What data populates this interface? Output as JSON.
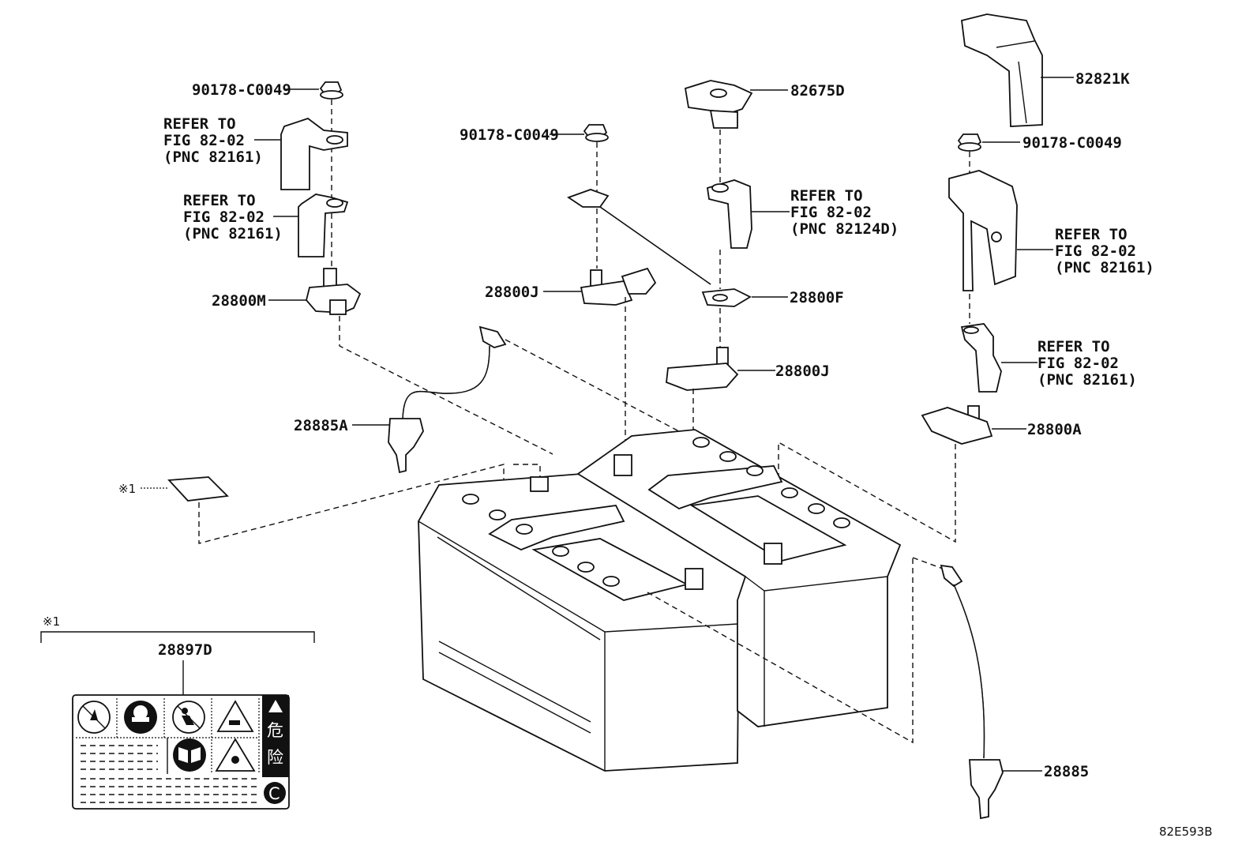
{
  "labels": {
    "p1": "90178-C0049",
    "p2": "82675D",
    "p3": "82821K",
    "p4": "90178-C0049",
    "p5": "90178-C0049",
    "refer_a1": "REFER TO",
    "refer_a2": "FIG 82-02",
    "refer_a3": "(PNC 82161)",
    "refer_b1": "REFER TO",
    "refer_b2": "FIG 82-02",
    "refer_b3": "(PNC 82161)",
    "refer_c1": "REFER TO",
    "refer_c2": "FIG 82-02",
    "refer_c3": "(PNC 82124D)",
    "refer_d1": "REFER TO",
    "refer_d2": "FIG 82-02",
    "refer_d3": "(PNC 82161)",
    "refer_e1": "REFER TO",
    "refer_e2": "FIG 82-02",
    "refer_e3": "(PNC 82161)",
    "p6": "28800M",
    "p7": "28800J",
    "p8": "28800F",
    "p9": "28800J",
    "p10": "28885A",
    "p11": "28800A",
    "p12": "※1",
    "p13": "※1",
    "p14": "28897D",
    "p15": "28885",
    "jp1": "危",
    "jp2": "险",
    "c_mark": "C",
    "diagram_code": "82E593B"
  }
}
